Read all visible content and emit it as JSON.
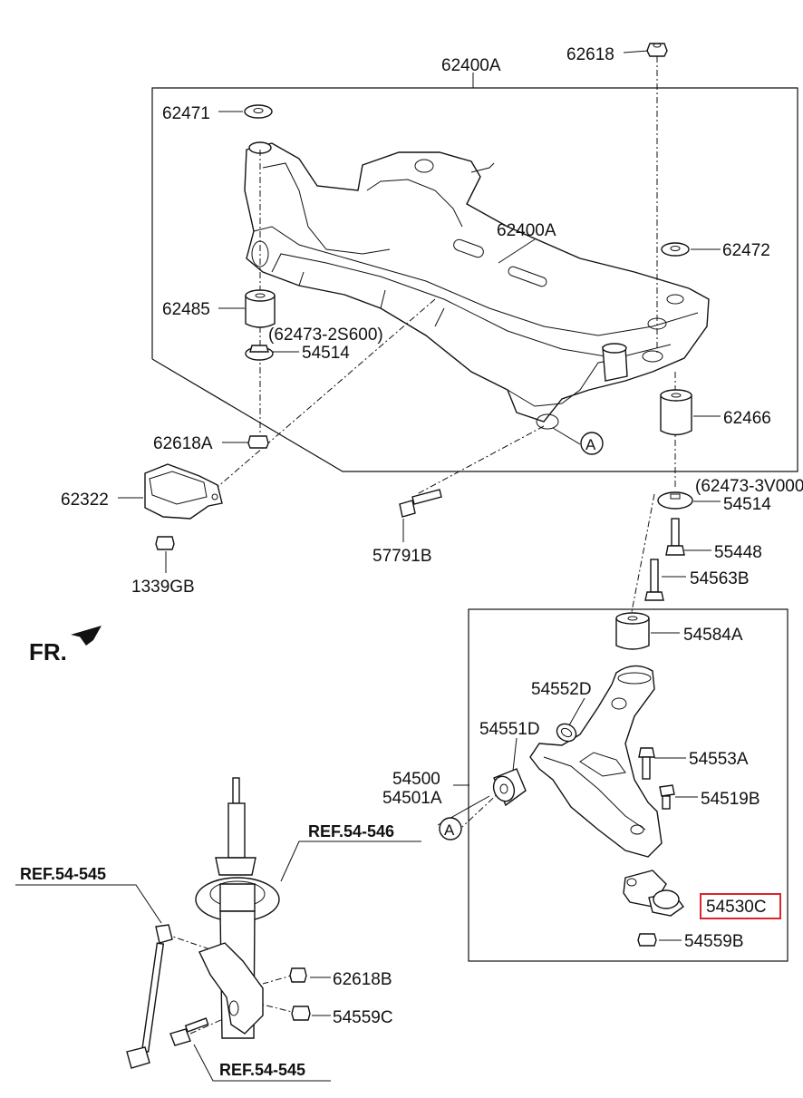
{
  "labels": {
    "p62400a_top": "62400A",
    "p62618_top": "62618",
    "p62471": "62471",
    "p62400a_mid": "62400A",
    "p62472": "62472",
    "p62485": "62485",
    "p62473_2s600": "(62473-2S600)",
    "p54514_left": "54514",
    "p62466": "62466",
    "p62618a": "62618A",
    "p62473_3v000": "(62473-3V000",
    "p54514_right": "54514",
    "p62322": "62322",
    "p55448": "55448",
    "p54563b": "54563B",
    "p57791b": "57791B",
    "p1339gb": "1339GB",
    "fr": "FR.",
    "p54584a": "54584A",
    "p54552d": "54552D",
    "p54551d": "54551D",
    "p54553a": "54553A",
    "p54500": "54500",
    "p54501a": "54501A",
    "p54519b": "54519B",
    "ref_54546": "REF.54-546",
    "ref_54545_left": "REF.54-545",
    "p54530c": "54530C",
    "p54559b": "54559B",
    "p62618b": "62618B",
    "p54559c": "54559C",
    "ref_54545_bottom": "REF.54-545",
    "circle_a_top": "A",
    "circle_a_lower": "A"
  },
  "highlight_color": "#d9262c"
}
